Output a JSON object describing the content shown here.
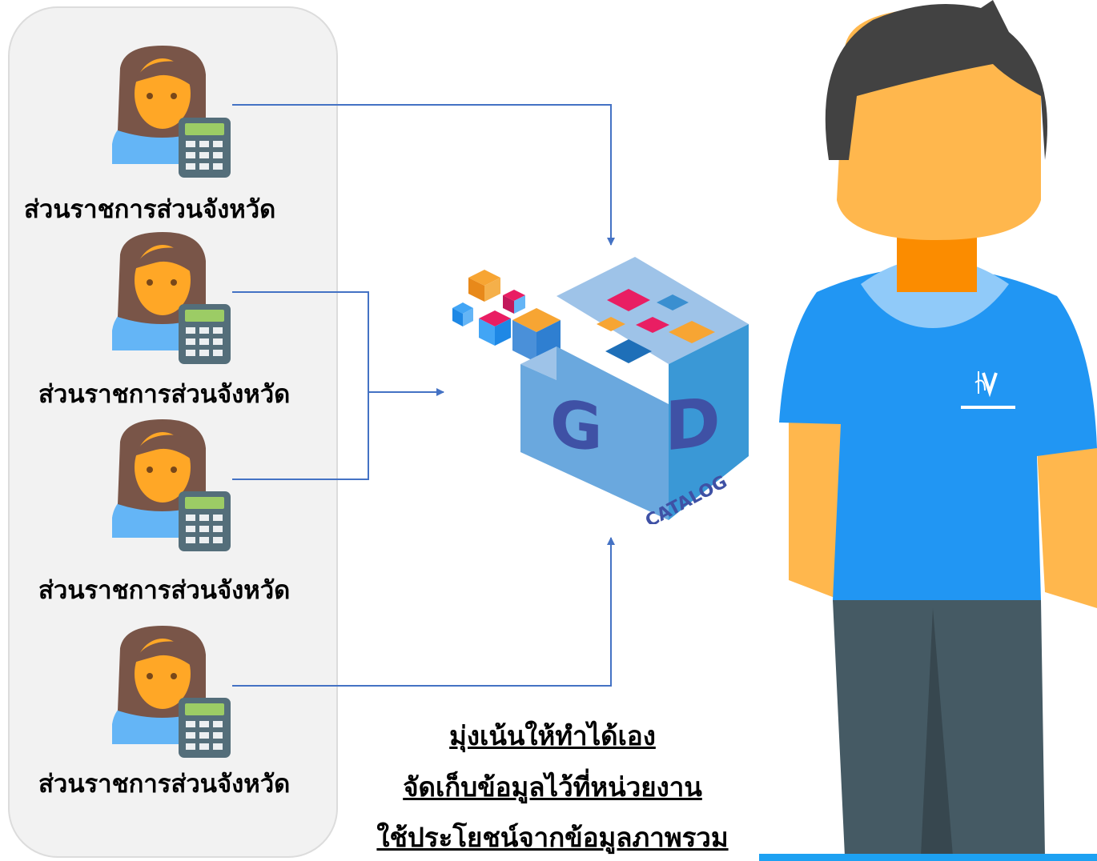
{
  "users": [
    {
      "label": "ส่วนราชการส่วนจังหวัด"
    },
    {
      "label": "ส่วนราชการส่วนจังหวัด"
    },
    {
      "label": "ส่วนราชการส่วนจังหวัด"
    },
    {
      "label": "ส่วนราชการส่วนจังหวัด"
    }
  ],
  "catalog": {
    "letter_g": "G",
    "letter_d": "D",
    "word": "CATALOG"
  },
  "slogan": {
    "line1": "มุ่งเน้นให้ทำได้เอง",
    "line2": "จัดเก็บข้อมูลไว้ที่หน่วยงาน",
    "line3": "ใช้ประโยชน์จากข้อมูลภาพรวม"
  },
  "colors": {
    "connector": "#4472c4",
    "panel_bg": "#f2f2f2",
    "shirt": "#2196f3",
    "skin": "#ffb74d",
    "hair": "#795548",
    "calculator": "#546e7a",
    "pants": "#455a64",
    "bottom_bar": "#1da1f2"
  },
  "icons": [
    "user-calculator-icon",
    "gd-catalog-cube-icon",
    "person-figure-icon",
    "shirt-logo-icon"
  ]
}
